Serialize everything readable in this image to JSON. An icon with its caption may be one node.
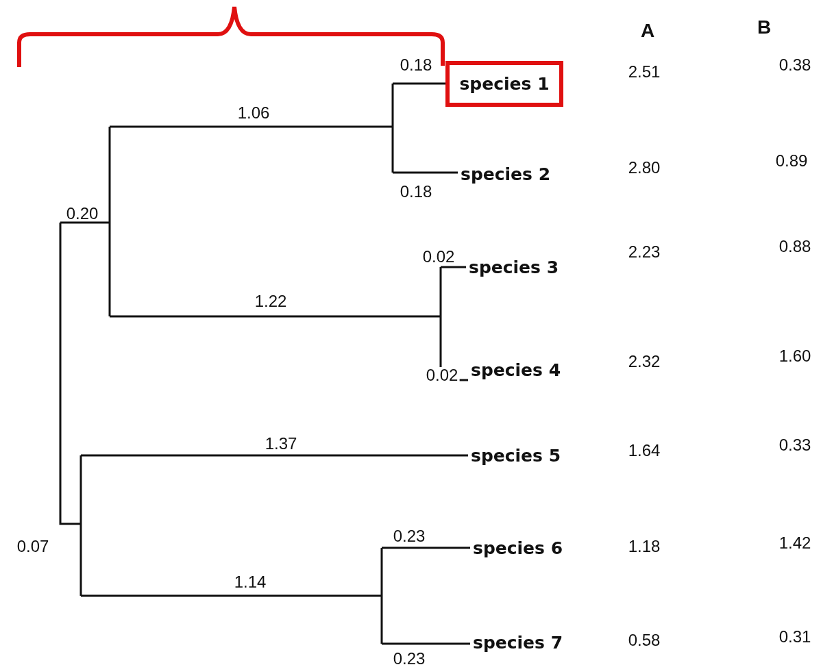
{
  "diagram": {
    "nodes": [
      {
        "text": [
          "species 1"
        ]
      },
      {
        "text": [
          "species 2"
        ]
      },
      {
        "text": [
          "species 3"
        ]
      },
      {
        "text": [
          "species 4"
        ]
      },
      {
        "text": [
          "species 5"
        ]
      },
      {
        "text": [
          "species 6"
        ]
      },
      {
        "text": [
          "species 7"
        ]
      }
    ],
    "edges": [
      {
        "from": null,
        "to": 0,
        "arrow": "none",
        "label": "0.18"
      },
      {
        "from": null,
        "to": 1,
        "arrow": "none",
        "label": "0.18"
      },
      {
        "from": null,
        "to": 2,
        "arrow": "none",
        "label": "0.02"
      },
      {
        "from": null,
        "to": 3,
        "arrow": "none",
        "label": "0.02"
      },
      {
        "from": null,
        "to": 4,
        "arrow": "none",
        "label": "1.37"
      },
      {
        "from": null,
        "to": 5,
        "arrow": "none",
        "label": "0.23"
      },
      {
        "from": null,
        "to": 6,
        "arrow": "none",
        "label": "0.23"
      }
    ],
    "labels": [
      "A",
      "B",
      "2.51",
      "0.38",
      "1.06",
      "2.80",
      "0.89",
      "0.20",
      "2.23",
      "0.88",
      "1.22",
      "2.32",
      "1.60",
      "1.64",
      "0.33",
      "0.07",
      "1.18",
      "1.42",
      "1.14",
      "0.58",
      "0.31"
    ]
  }
}
